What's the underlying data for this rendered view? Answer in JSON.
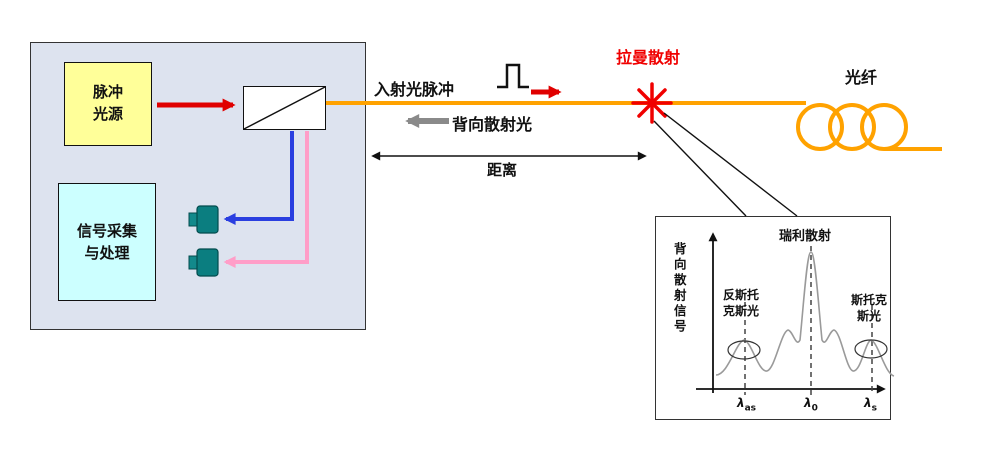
{
  "colors": {
    "outer_box_fill": "#dde3ef",
    "pulse_box_fill": "#ffff99",
    "signal_box_fill": "#ccffff",
    "detector_teal": "#0b7e80",
    "laser_red": "#e00000",
    "fiber_orange": "#ffa200",
    "blue_arrow": "#2a3fe0",
    "pink_arrow": "#ff9ec8",
    "gray_arrow": "#8a8a8a",
    "raman_text_red": "#f00000"
  },
  "system": {
    "pulse_source_label": "脉冲\n光源",
    "signal_processing_label": "信号采集\n与处理"
  },
  "fiber_section": {
    "incident_pulse_label": "入射光脉冲",
    "backscatter_label": "背向散射光",
    "raman_label": "拉曼散射",
    "fiber_label": "光纤",
    "distance_label": "距离"
  },
  "graph": {
    "y_axis_label": "背向散射信号",
    "rayleigh_label": "瑞利散射",
    "anti_stokes_label": "反斯托\n克斯光",
    "stokes_label": "斯托克\n斯光",
    "x_labels": [
      {
        "base": "λ",
        "sub": "as"
      },
      {
        "base": "λ",
        "sub": "0"
      },
      {
        "base": "λ",
        "sub": "s"
      }
    ]
  }
}
